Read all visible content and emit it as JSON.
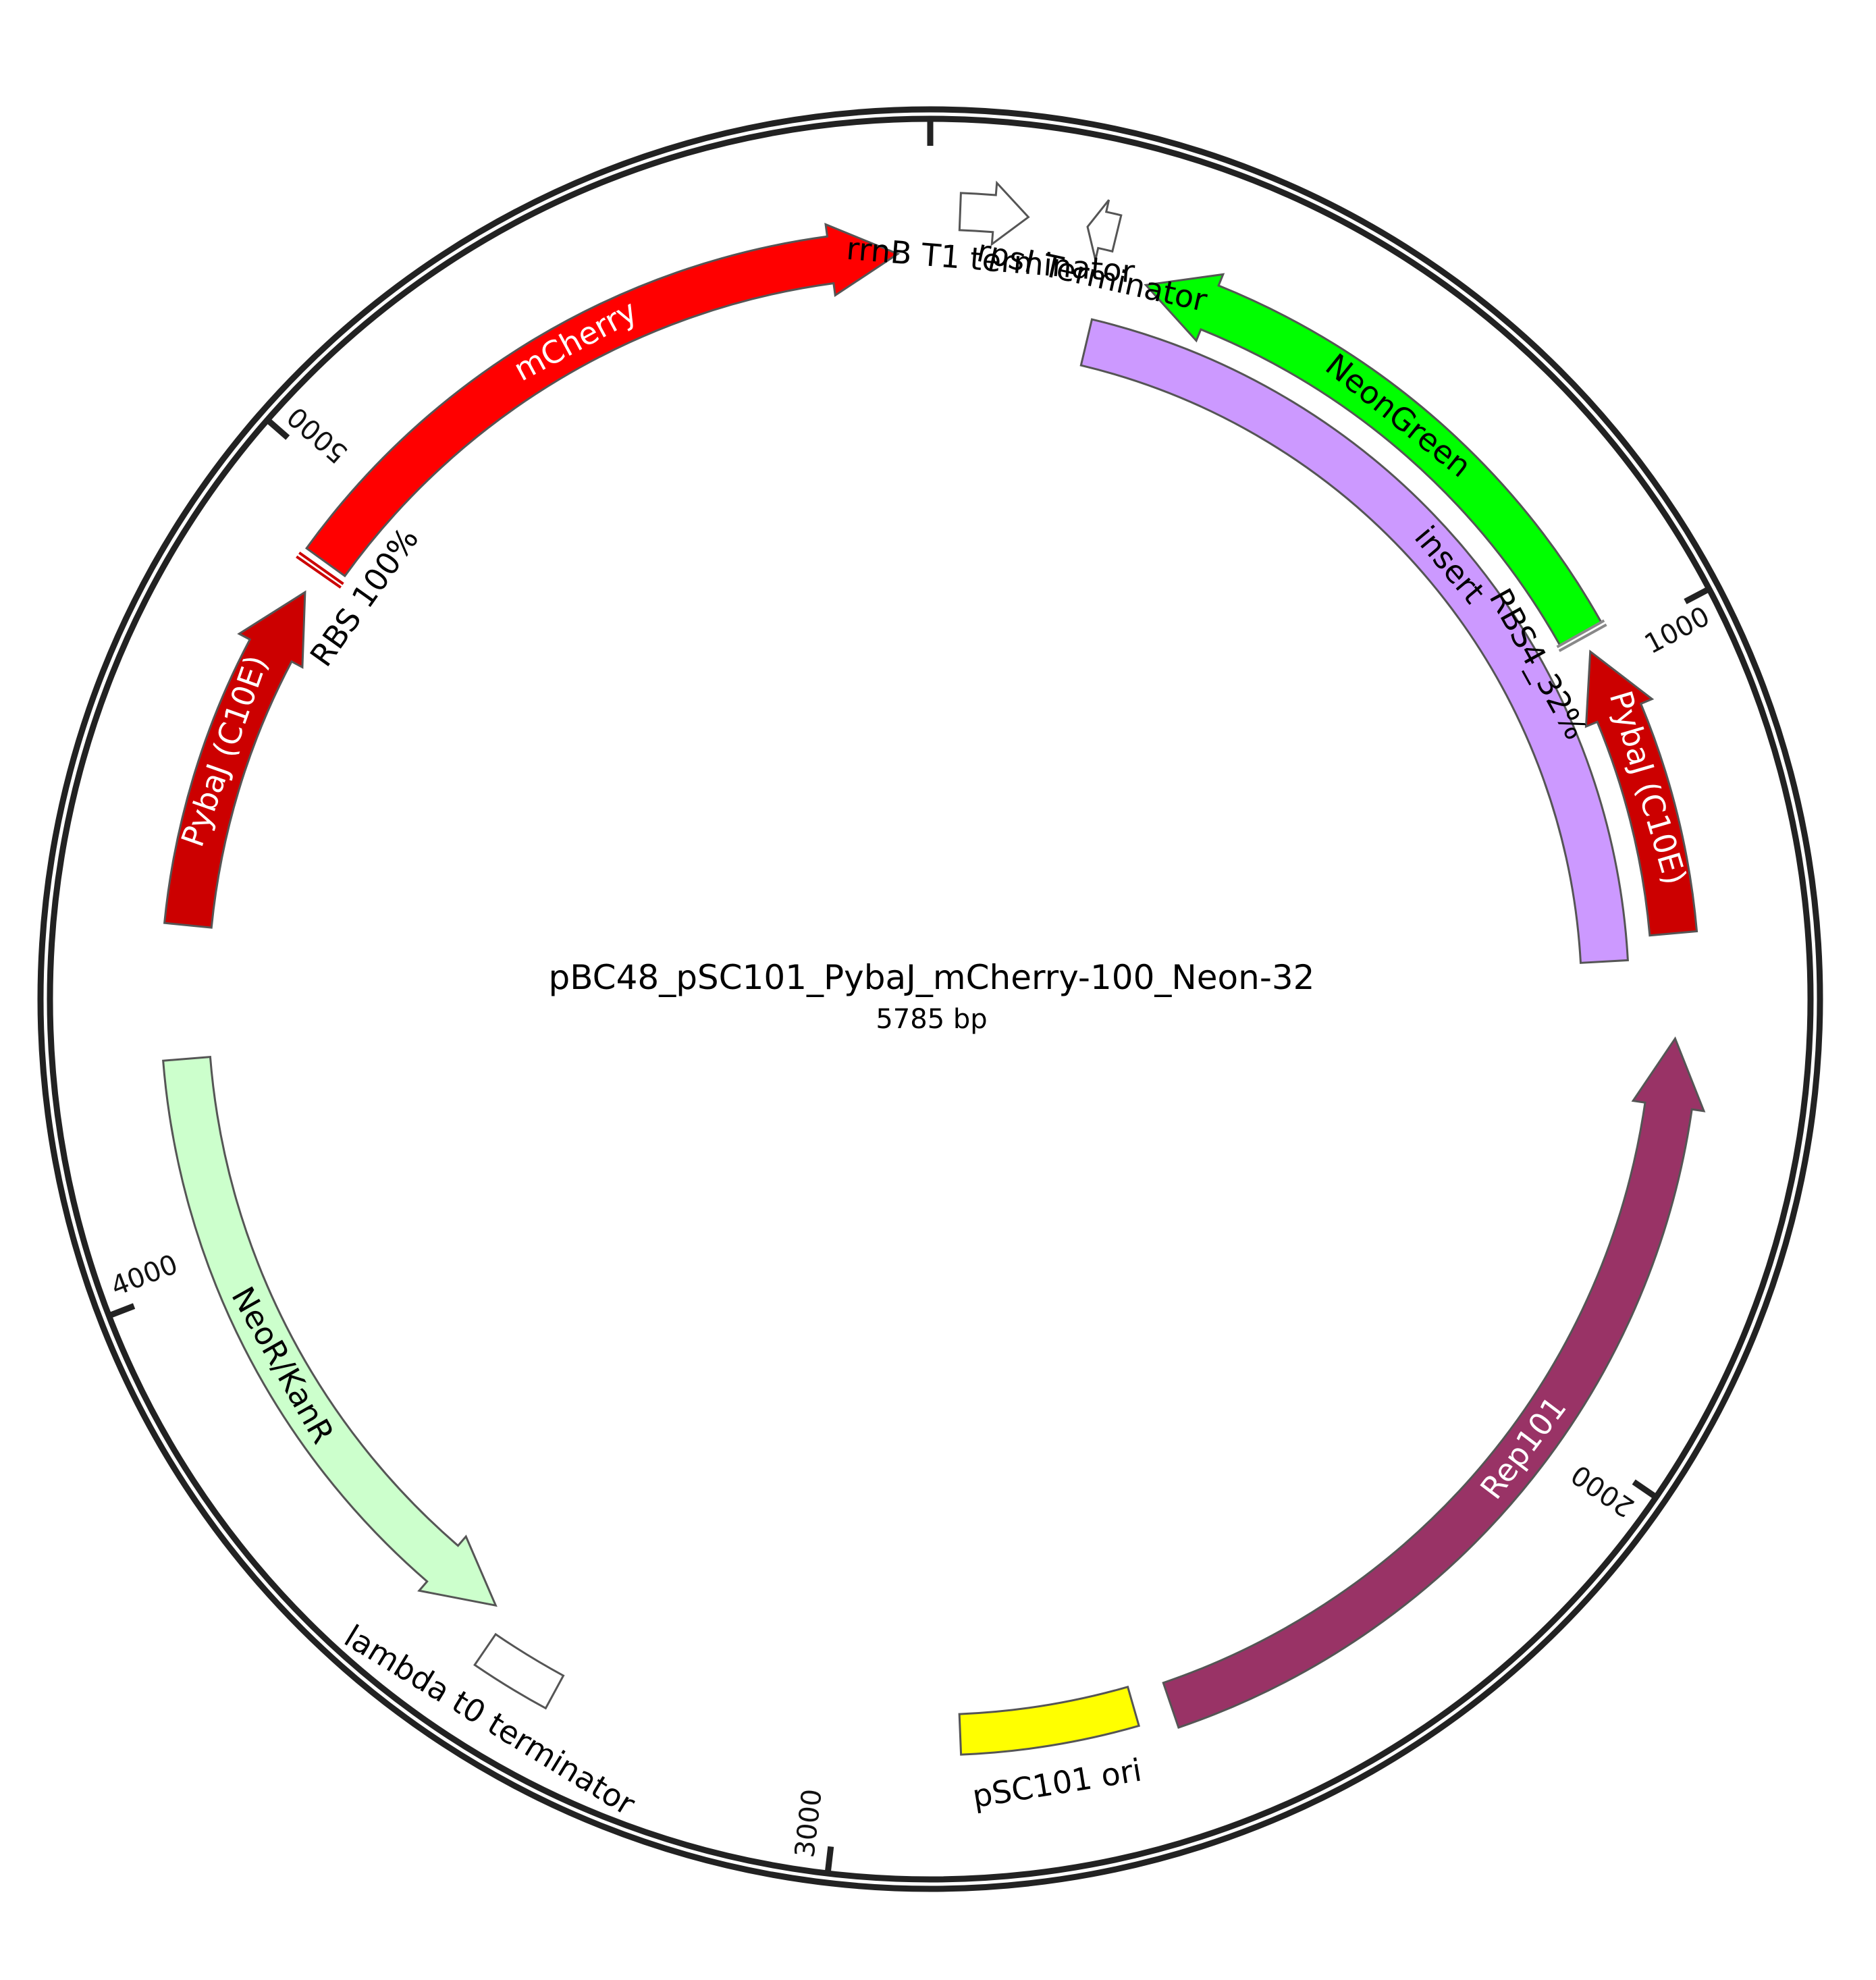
{
  "plasmid": {
    "name": "pBC48_pSC101_PybaJ_mCherry-100_Neon-32",
    "size_label": "5785 bp",
    "length_bp": 5785
  },
  "ticks": [
    {
      "bp": 0,
      "label": ""
    },
    {
      "bp": 1000,
      "label": "1000"
    },
    {
      "bp": 2000,
      "label": "2000"
    },
    {
      "bp": 3000,
      "label": "3000"
    },
    {
      "bp": 4000,
      "label": "4000"
    },
    {
      "bp": 5000,
      "label": "5000"
    }
  ],
  "features": [
    {
      "id": "rrnb-t1-terminator",
      "label": "rrnB T1 terminator",
      "type": "terminator",
      "start": 35,
      "end": 115,
      "direction": 1,
      "fill": "#ffffff",
      "label_pos": "inside"
    },
    {
      "id": "rpsi-terminator",
      "label": "rpsI Terminator",
      "type": "terminator",
      "start": 185,
      "end": 220,
      "direction": -1,
      "fill": "#ffffff",
      "label_pos": "inside"
    },
    {
      "id": "neongreen",
      "label": "NeonGreen",
      "type": "cds",
      "start": 270,
      "end": 975,
      "direction": -1,
      "fill": "#00ff00",
      "text": "#000000"
    },
    {
      "id": "rbs4-32",
      "label": "RBS4_32%",
      "type": "rbs",
      "start": 975,
      "end": 990,
      "direction": 1,
      "fill": "#888888",
      "label_pos": "inside"
    },
    {
      "id": "insert",
      "label": "insert",
      "type": "misc",
      "start": 215,
      "end": 1395,
      "direction": 0,
      "fill": "#cc99ff",
      "text": "#000000",
      "track": "inner"
    },
    {
      "id": "pybaj-c10e-right",
      "label": "PybaJ (C10E)",
      "type": "promoter",
      "start": 1000,
      "end": 1365,
      "direction": -1,
      "fill": "#cc0000",
      "text": "#ffffff"
    },
    {
      "id": "rep101",
      "label": "Rep101",
      "type": "cds",
      "start": 1495,
      "end": 2590,
      "direction": -1,
      "fill": "#993366",
      "text": "#ffffff"
    },
    {
      "id": "psc101-ori",
      "label": "pSC101 ori",
      "type": "origin",
      "start": 2635,
      "end": 2855,
      "direction": 0,
      "fill": "#ffff00",
      "label_pos": "outside-above"
    },
    {
      "id": "lambda-t0-terminator",
      "label": "lambda t0 terminator",
      "type": "terminator",
      "start": 3350,
      "end": 3445,
      "direction": 0,
      "fill": "#ffffff",
      "label_pos": "outside-above"
    },
    {
      "id": "neor-kanr",
      "label": "NeoR/KanR",
      "type": "cds",
      "start": 3465,
      "end": 4265,
      "direction": -1,
      "fill": "#ccffcc",
      "text": "#000000"
    },
    {
      "id": "pybaj-c10e-left",
      "label": "PybaJ (C10E)",
      "type": "promoter",
      "start": 4430,
      "end": 4870,
      "direction": 1,
      "fill": "#cc0000",
      "text": "#ffffff"
    },
    {
      "id": "rbs-100",
      "label": "RBS 100%",
      "type": "rbs",
      "start": 4900,
      "end": 4915,
      "direction": 1,
      "fill": "#cc0000",
      "label_pos": "inside"
    },
    {
      "id": "mcherry",
      "label": "mCherry",
      "type": "cds",
      "start": 4915,
      "end": 5745,
      "direction": 1,
      "fill": "#ff0000",
      "text": "#ffffff"
    }
  ]
}
